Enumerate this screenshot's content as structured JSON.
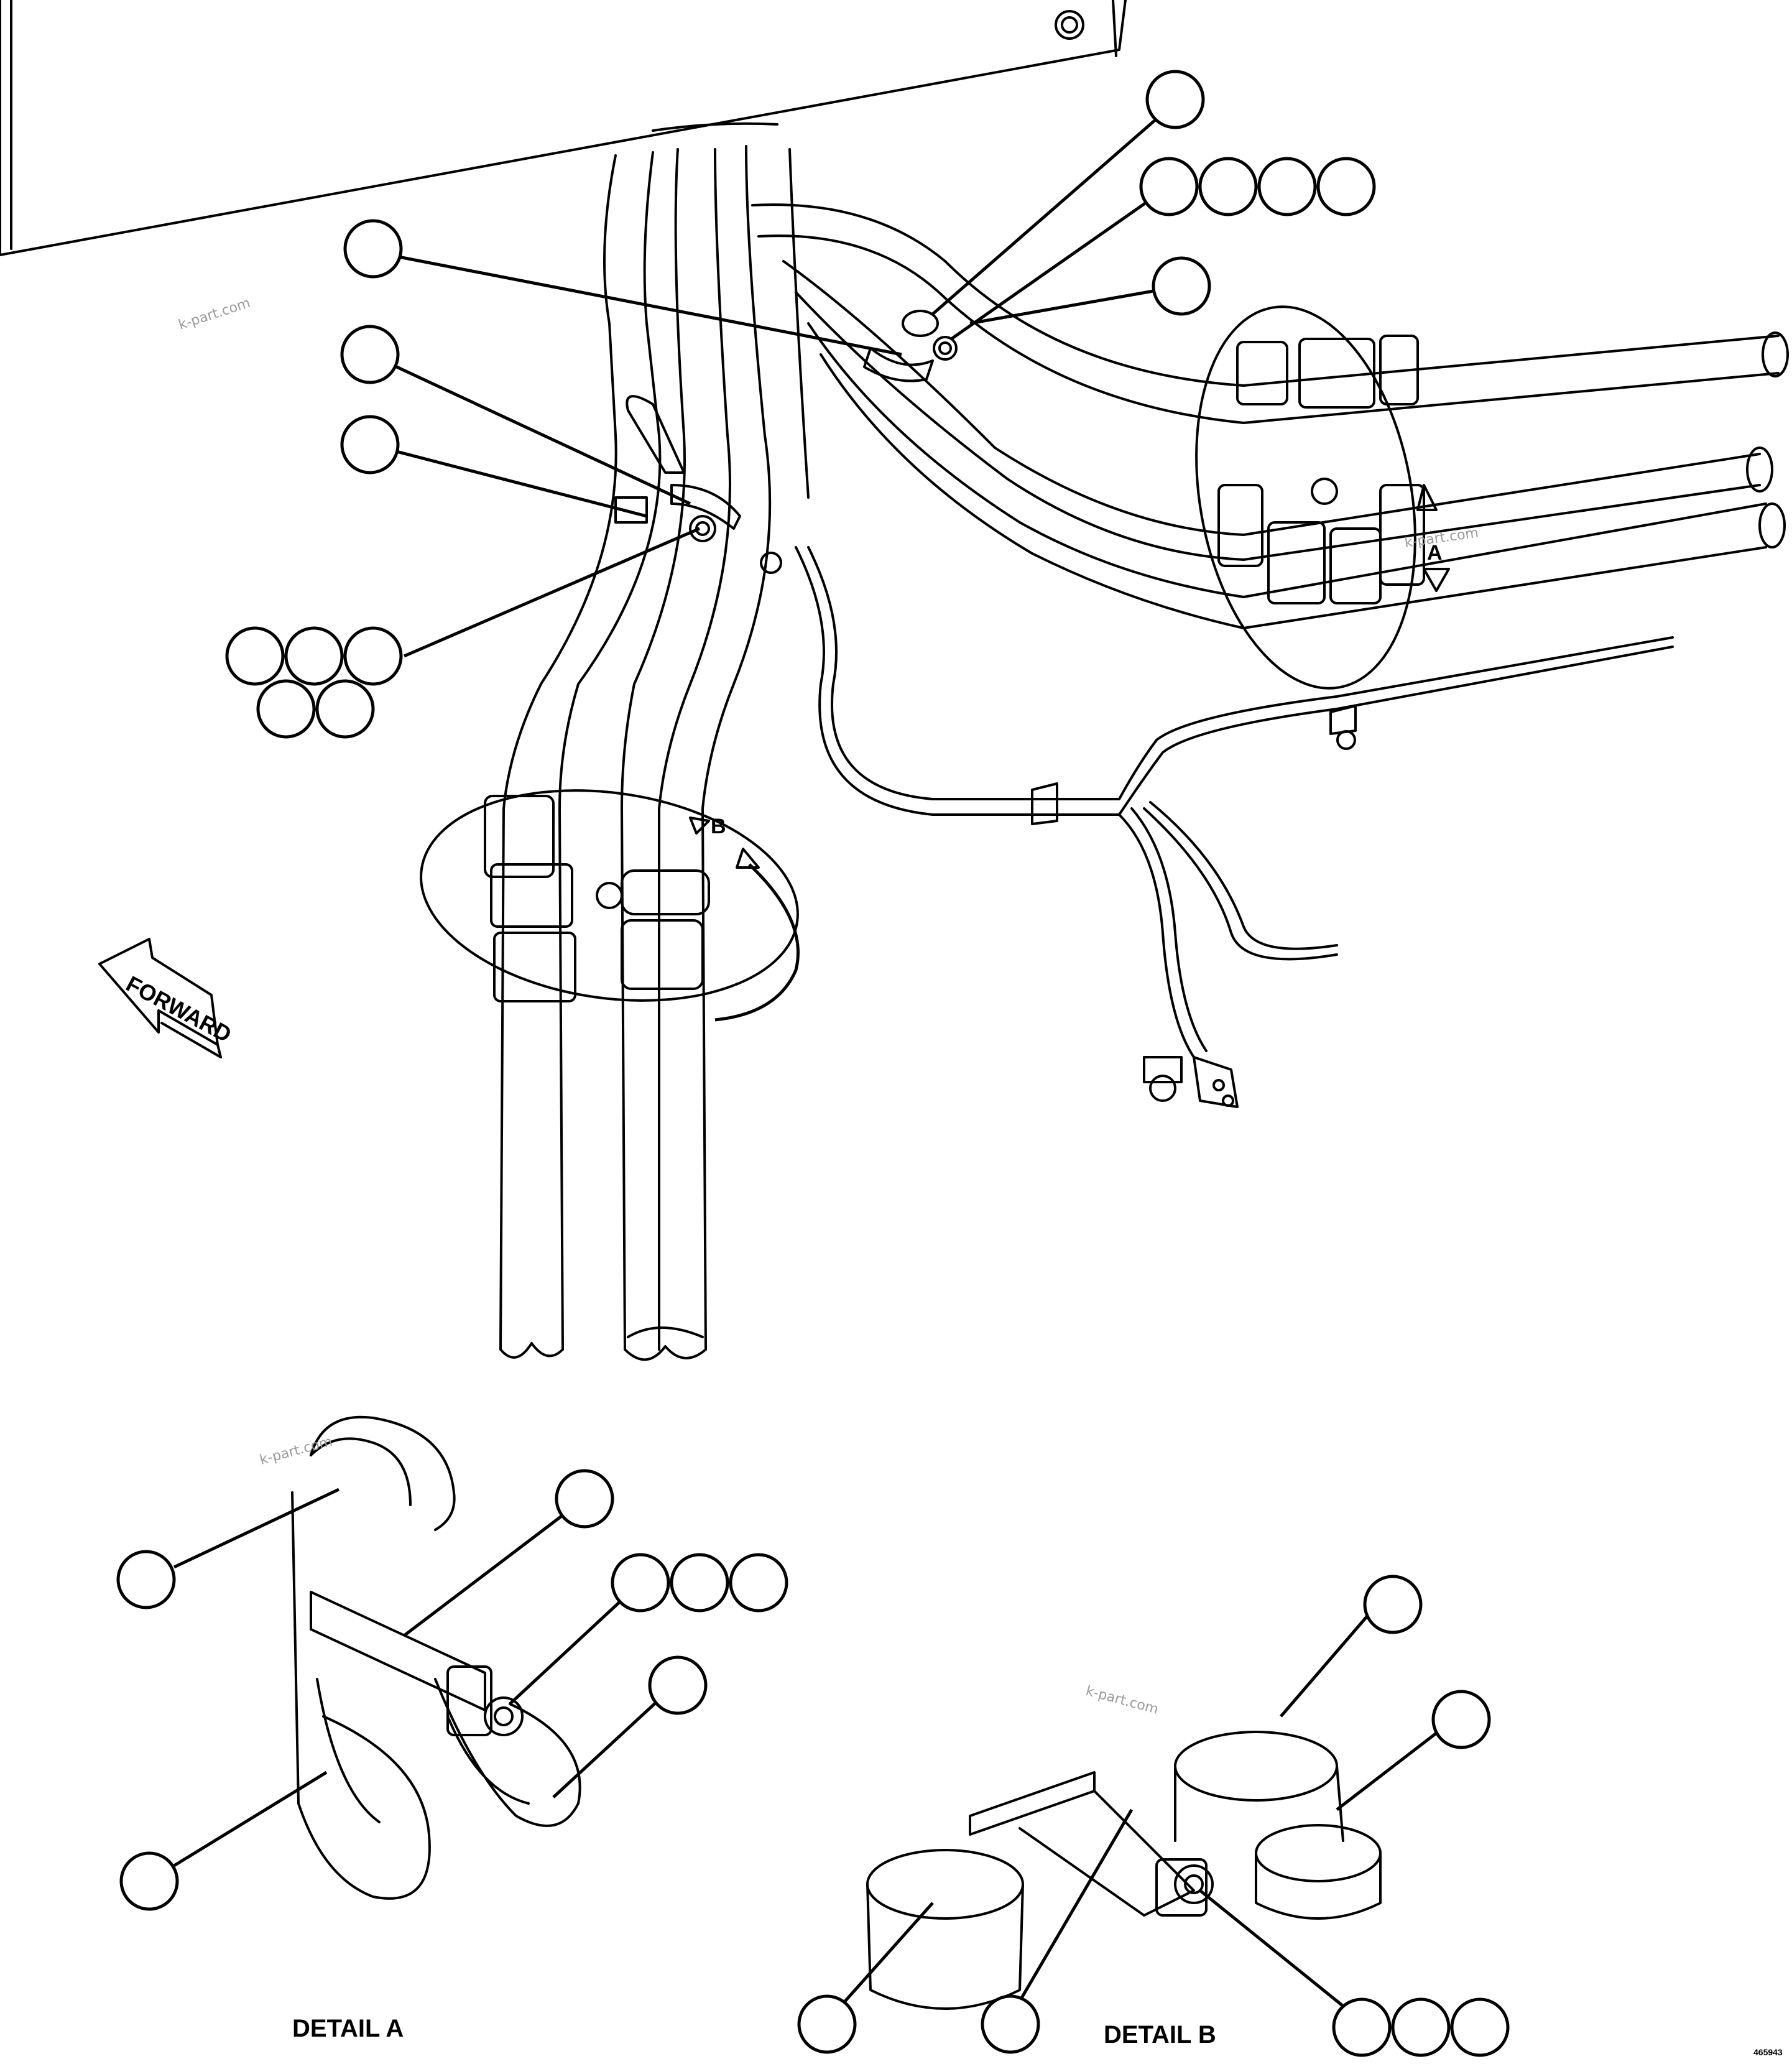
{
  "labels": {
    "detail_a_marker": "A",
    "detail_b_marker": "B",
    "forward": "FORWARD",
    "detail_a_caption": "DETAIL A",
    "detail_b_caption": "DETAIL B",
    "drawing_number": "465943"
  },
  "watermark": "k-part.com",
  "colors": {
    "line": "#000000",
    "background": "#ffffff",
    "watermark": "#9a9a9a"
  }
}
